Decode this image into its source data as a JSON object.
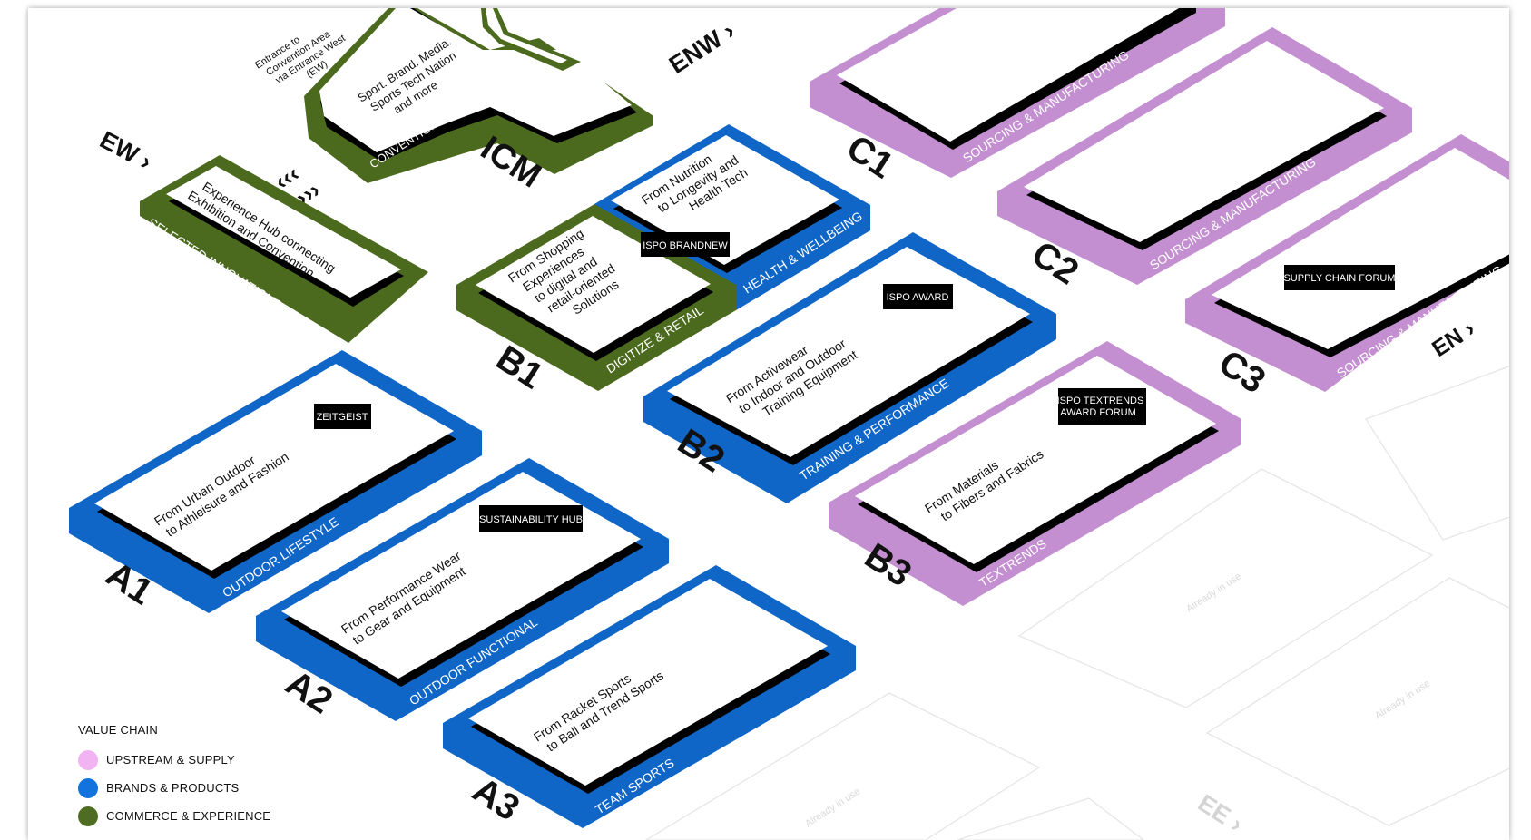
{
  "colors": {
    "upstream": "#c38fd0",
    "brands": "#0f66c7",
    "commerce": "#4b6a1e",
    "legend_upstream": "#f2b3f2",
    "legend_brands": "#1273de",
    "legend_commerce": "#4f6d22"
  },
  "entrances": {
    "ew": "EW ›",
    "enw": "ENW ›",
    "en": "EN ›",
    "ee": "EE ›",
    "ew_note": [
      "Entrance to",
      "Convention Area",
      "via Entrance West",
      "(EW)"
    ]
  },
  "convention": {
    "hall_label": "ICM",
    "strip_label": "CONVENTION AREA",
    "description": [
      "Sport. Brand. Media.",
      "Sports Tech Nation",
      "and more"
    ]
  },
  "passage": {
    "arrows_left": "‹‹‹",
    "arrows_right": "›››"
  },
  "selected_innovations": {
    "strip_label": "SELECTED INNOVATIONS",
    "description": [
      "Experience Hub connecting",
      "Exhibition and Convention"
    ]
  },
  "halls": {
    "b1": {
      "hall_label": "B1",
      "digitize_label": "DIGITIZE & RETAIL",
      "digitize_desc": [
        "From Shopping",
        "Experiences",
        "to digital and",
        "retail-oriented",
        "Solutions"
      ],
      "health_label": "HEALTH & WELLBEING",
      "health_desc": [
        "From Nutrition",
        "to Longevity and",
        "Health Tech"
      ],
      "badge": "ISPO BRANDNEW"
    },
    "b2": {
      "hall_label": "B2",
      "strip_label": "TRAINING & PERFORMANCE",
      "description": [
        "From Activewear",
        "to Indoor and Outdoor",
        "Training Equipment"
      ],
      "badge": "ISPO AWARD"
    },
    "b3": {
      "hall_label": "B3",
      "strip_label": "TEXTRENDS",
      "description": [
        "From Materials",
        "to Fibers and Fabrics"
      ],
      "badge": [
        "ISPO TEXTRENDS",
        "AWARD FORUM"
      ]
    },
    "a1": {
      "hall_label": "A1",
      "strip_label": "OUTDOOR LIFESTYLE",
      "description": [
        "From Urban Outdoor",
        "to Athleisure and Fashion"
      ],
      "badge": "ZEITGEIST"
    },
    "a2": {
      "hall_label": "A2",
      "strip_label": "OUTDOOR FUNCTIONAL",
      "description": [
        "From Performance Wear",
        "to Gear and Equipment"
      ],
      "badge": "SUSTAINABILITY HUB"
    },
    "a3": {
      "hall_label": "A3",
      "strip_label": "TEAM SPORTS",
      "description": [
        "From Racket Sports",
        "to Ball and Trend Sports"
      ]
    },
    "c1": {
      "hall_label": "C1",
      "strip_label": "SOURCING & MANUFACTURING"
    },
    "c2": {
      "hall_label": "C2",
      "strip_label": "SOURCING & MANUFACTURING"
    },
    "c3": {
      "hall_label": "C3",
      "strip_label": "SOURCING & MANUFACTURING",
      "badge": "SUPPLY CHAIN FORUM"
    }
  },
  "unused": {
    "label": "Already in use"
  },
  "legend": {
    "title": "VALUE CHAIN",
    "items": [
      {
        "label": "UPSTREAM & SUPPLY"
      },
      {
        "label": "BRANDS & PRODUCTS"
      },
      {
        "label": "COMMERCE & EXPERIENCE"
      }
    ]
  }
}
